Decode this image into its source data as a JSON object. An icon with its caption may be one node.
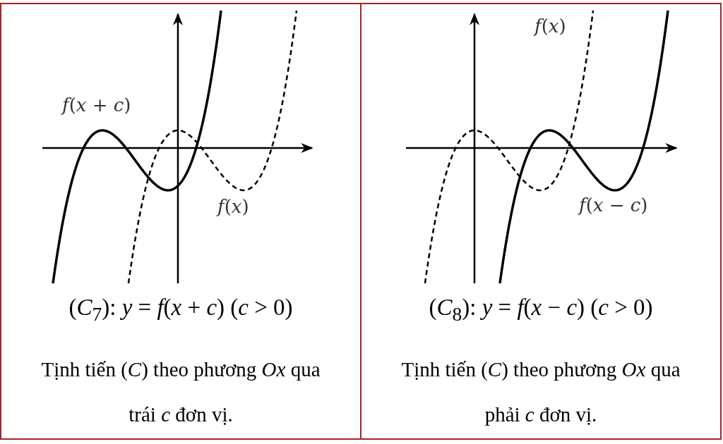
{
  "diagram": {
    "nodes": [
      {
        "text": [
          "(*C*$_{7}$): *y* = *f*(*x* + *c*) (*c* > 0)",
          "Tịnh tiến (*C*) theo phương *Ox* qua trái *c* đơn vị."
        ]
      },
      {
        "text": [
          "(*C*$_{8}$): *y* = *f*(*x* − *c*) (*c* > 0)",
          "Tịnh tiến (*C*) theo phương *Ox* qua phải *c* đơn vị."
        ]
      }
    ],
    "labels": [
      "*f*(*x* + *c*)",
      "*f*(*x*)",
      "*f*(*x*)",
      "*f*(*x* − *c*)"
    ]
  }
}
